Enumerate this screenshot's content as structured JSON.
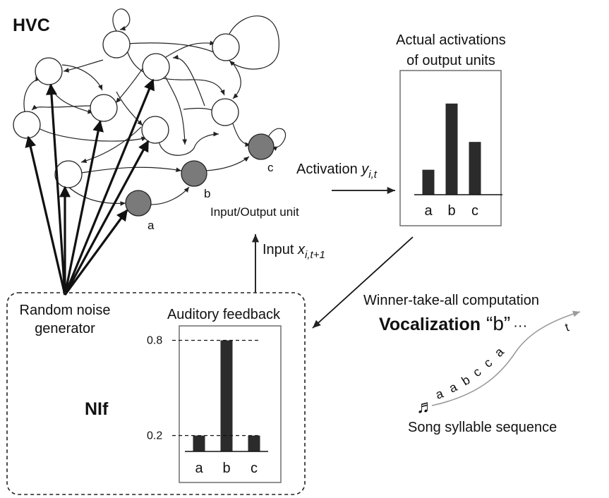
{
  "labels": {
    "hvc": "HVC",
    "nif": "NIf",
    "noise_generator": "Random noise\ngenerator",
    "auditory_feedback": "Auditory feedback",
    "actual_activations": "Actual activations\nof output units",
    "activation_main": "Activation ",
    "activation_var": "y",
    "activation_sub": "i,t",
    "input_main": "Input ",
    "input_var": "x",
    "input_sub": "i,t+1",
    "io_unit": "Input/Output unit",
    "winner": "Winner-take-all computation",
    "vocalization": "Vocalization",
    "vocalization_value": "“b”",
    "time_symbol": "t",
    "ellipsis": "···",
    "song_sequence": "Song syllable sequence",
    "music_note": "♬",
    "io_node_a": "a",
    "io_node_b": "b",
    "io_node_c": "c"
  },
  "chart_data": [
    {
      "type": "bar",
      "title": "Actual activations of output units",
      "categories": [
        "a",
        "b",
        "c"
      ],
      "values": [
        0.26,
        0.95,
        0.55
      ],
      "ylim": [
        0,
        1.0
      ],
      "grid": false
    },
    {
      "type": "bar",
      "title": "Auditory feedback",
      "categories": [
        "a",
        "b",
        "c"
      ],
      "values": [
        0.2,
        0.8,
        0.2
      ],
      "yticks": [
        "0.2",
        "0.8"
      ],
      "ylim": [
        0.1,
        0.9
      ],
      "grid": false
    }
  ],
  "syllable_sequence": [
    "a",
    "a",
    "b",
    "c",
    "c",
    "a"
  ],
  "colors": {
    "io_unit_fill": "#7a7a7a",
    "bar_fill": "#2b2b2b",
    "panel_border": "#777777",
    "sequence_arrow": "#9a9a9a"
  }
}
